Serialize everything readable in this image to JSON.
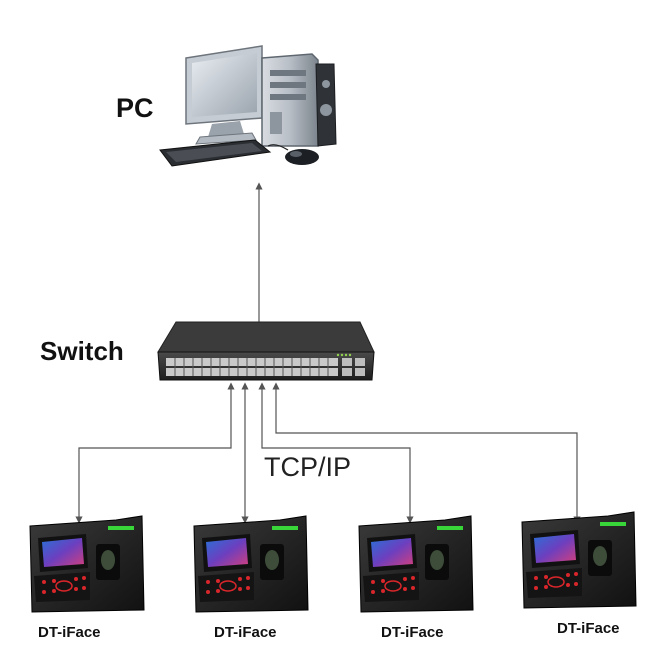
{
  "labels": {
    "pc": "PC",
    "switch": "Switch",
    "protocol": "TCP/IP"
  },
  "devices": [
    {
      "label": "DT-iFace"
    },
    {
      "label": "DT-iFace"
    },
    {
      "label": "DT-iFace"
    },
    {
      "label": "DT-iFace"
    }
  ],
  "colors": {
    "line": "#555555",
    "device_body": "#1c1c1c",
    "device_red_leds": "#d8262b",
    "device_green_led": "#39d63a",
    "switch_body": "#2a2a2a",
    "switch_ports": "#c9c9c9"
  }
}
